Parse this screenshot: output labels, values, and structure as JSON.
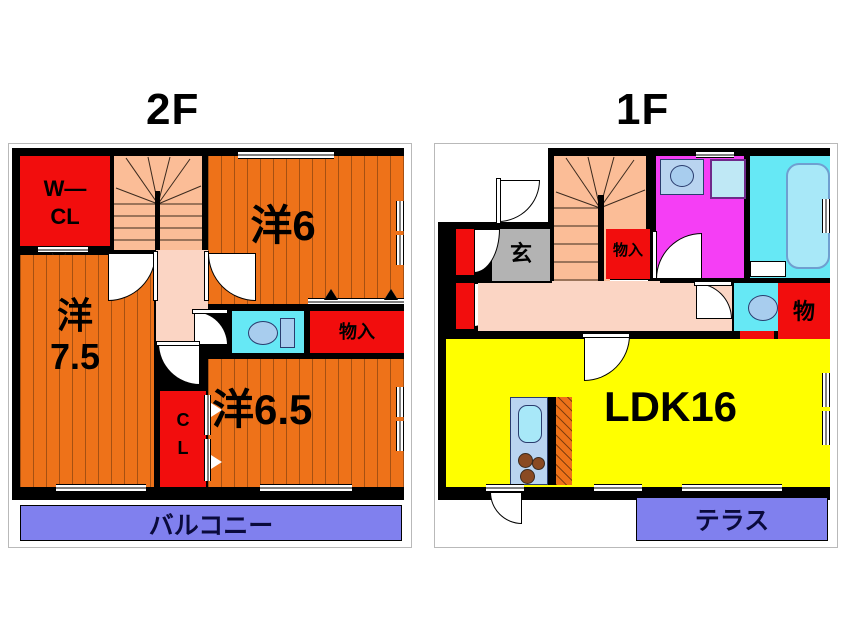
{
  "page": {
    "type": "real-estate-floor-plan",
    "language": "ja",
    "background": "#ffffff"
  },
  "floors": [
    {
      "id": "2f",
      "title": "2F",
      "rooms": [
        {
          "key": "wcl",
          "label": "W—\nCL",
          "label_lines": [
            "W—",
            "CL"
          ],
          "color": "#f20d0d",
          "kind": "walk-in-closet"
        },
        {
          "key": "stairs2f",
          "label": "",
          "color": "#fbbd97",
          "kind": "stairs"
        },
        {
          "key": "yo6",
          "label": "洋6",
          "color": "#ee7219",
          "kind": "western-room"
        },
        {
          "key": "yo75",
          "label": "洋\n7.5",
          "label_lines": [
            "洋",
            "7.5"
          ],
          "color": "#ee7219",
          "kind": "western-room"
        },
        {
          "key": "toilet2f",
          "label": "",
          "color": "#66e8f5",
          "kind": "toilet"
        },
        {
          "key": "monoire2f",
          "label": "物入",
          "color": "#f20d0d",
          "kind": "storage"
        },
        {
          "key": "yo65",
          "label": "洋6.5",
          "color": "#ee7219",
          "kind": "western-room"
        },
        {
          "key": "cl",
          "label": "C\nL",
          "label_lines": [
            "C",
            "L"
          ],
          "color": "#f20d0d",
          "kind": "closet"
        },
        {
          "key": "balcony",
          "label": "バルコニー",
          "color": "#8080ee",
          "kind": "balcony"
        }
      ]
    },
    {
      "id": "1f",
      "title": "1F",
      "rooms": [
        {
          "key": "genkan",
          "label": "玄",
          "color": "#b3b3b3",
          "kind": "entrance"
        },
        {
          "key": "stairs1f",
          "label": "",
          "color": "#fbbd97",
          "kind": "stairs"
        },
        {
          "key": "monoire1f",
          "label": "物入",
          "color": "#f20d0d",
          "kind": "storage"
        },
        {
          "key": "washroom",
          "label": "",
          "color": "#f53ef5",
          "kind": "washroom"
        },
        {
          "key": "bath",
          "label": "",
          "color": "#66e8f5",
          "kind": "bathroom"
        },
        {
          "key": "toilet1f",
          "label": "",
          "color": "#66e8f5",
          "kind": "toilet"
        },
        {
          "key": "mono",
          "label": "物",
          "color": "#f20d0d",
          "kind": "storage"
        },
        {
          "key": "ldk",
          "label": "LDK16",
          "color": "#ffff00",
          "kind": "living-dining-kitchen"
        },
        {
          "key": "hall",
          "label": "",
          "color": "#fbd5c4",
          "kind": "hallway"
        },
        {
          "key": "terrace",
          "label": "テラス",
          "color": "#8080ee",
          "kind": "terrace"
        }
      ]
    }
  ],
  "colors": {
    "wall": "#000000",
    "room_orange": "#ee7219",
    "storage_red": "#f20d0d",
    "ldk_yellow": "#ffff00",
    "water_cyan": "#66e8f5",
    "washroom_magenta": "#f53ef5",
    "stairs_peach": "#fbbd97",
    "hall_peach": "#fbd5c4",
    "entrance_gray": "#b3b3b3",
    "balcony_purple": "#8080ee",
    "fixture_blue": "#a8cdee"
  }
}
